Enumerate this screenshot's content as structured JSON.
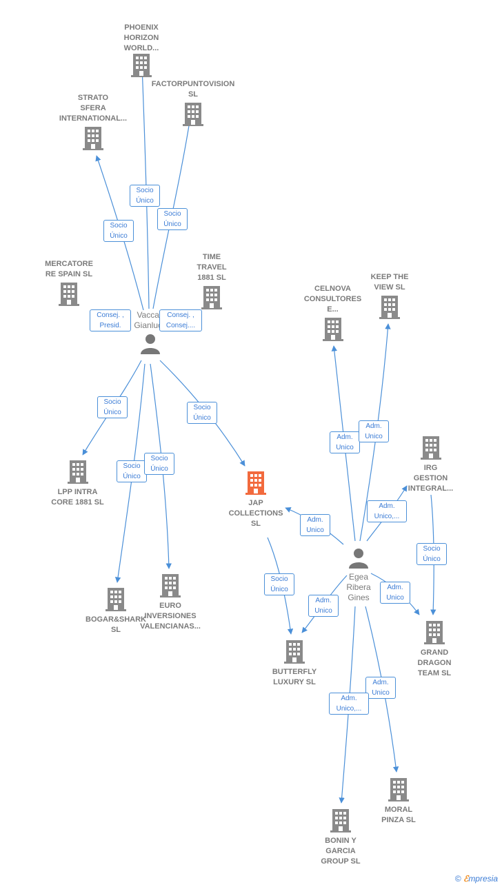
{
  "colors": {
    "company": "#8a8a8a",
    "focus": "#f26a3d",
    "edge": "#4a8fd8",
    "person": "#777777"
  },
  "nodes": {
    "phoenix": {
      "label": "PHOENIX\nHORIZON\nWORLD..."
    },
    "factor": {
      "label": "FACTORPUNTOVISION\nSL"
    },
    "strato": {
      "label": "STRATO\nSFERA\nINTERNATIONAL..."
    },
    "mercatore": {
      "label": "MERCATORE\nRE SPAIN  SL"
    },
    "time": {
      "label": "TIME\nTRAVEL\n1881  SL"
    },
    "vaccari": {
      "label": "Vaccari\nGianluca"
    },
    "lpp": {
      "label": "LPP INTRA\nCORE 1881  SL"
    },
    "bogar": {
      "label": "BOGAR&SHARK\nSL"
    },
    "euro": {
      "label": "EURO\nINVERSIONES\nVALENCIANAS..."
    },
    "jap": {
      "label": "JAP\nCOLLECTIONS\nSL"
    },
    "celnova": {
      "label": "CELNOVA\nCONSULTORES\nE..."
    },
    "keep": {
      "label": "KEEP THE\nVIEW  SL"
    },
    "irg": {
      "label": "IRG\nGESTION\nINTEGRAL..."
    },
    "egea": {
      "label": "Egea\nRibera\nGines"
    },
    "butterfly": {
      "label": "BUTTERFLY\nLUXURY  SL"
    },
    "grand": {
      "label": "GRAND\nDRAGON\nTEAM  SL"
    },
    "moral": {
      "label": "MORAL\nPINZA  SL"
    },
    "bonin": {
      "label": "BONIN Y\nGARCIA\nGROUP  SL"
    }
  },
  "badges": {
    "b1": "Socio\nÚnico",
    "b2": "Socio\nÚnico",
    "b3": "Socio\nÚnico",
    "b4": "Consej. ,\nPresid.",
    "b5": "Consej. ,\nConsej....",
    "b6": "Socio\nÚnico",
    "b7": "Socio\nÚnico",
    "b8": "Socio\nÚnico",
    "b9": "Socio\nÚnico",
    "b10": "Adm.\nUnico",
    "b11": "Adm.\nUnico",
    "b12": "Adm.\nUnico,...",
    "b13": "Socio\nÚnico",
    "b14": "Adm.\nUnico",
    "b15": "Socio\nÚnico",
    "b16": "Adm.\nUnico",
    "b17": "Adm.\nUnico",
    "b18": "Adm.\nUnico",
    "b19": "Adm.\nUnico,..."
  },
  "footer": {
    "copyright": "©",
    "brand_e": "ℰ",
    "brand_rest": "mpresia"
  }
}
